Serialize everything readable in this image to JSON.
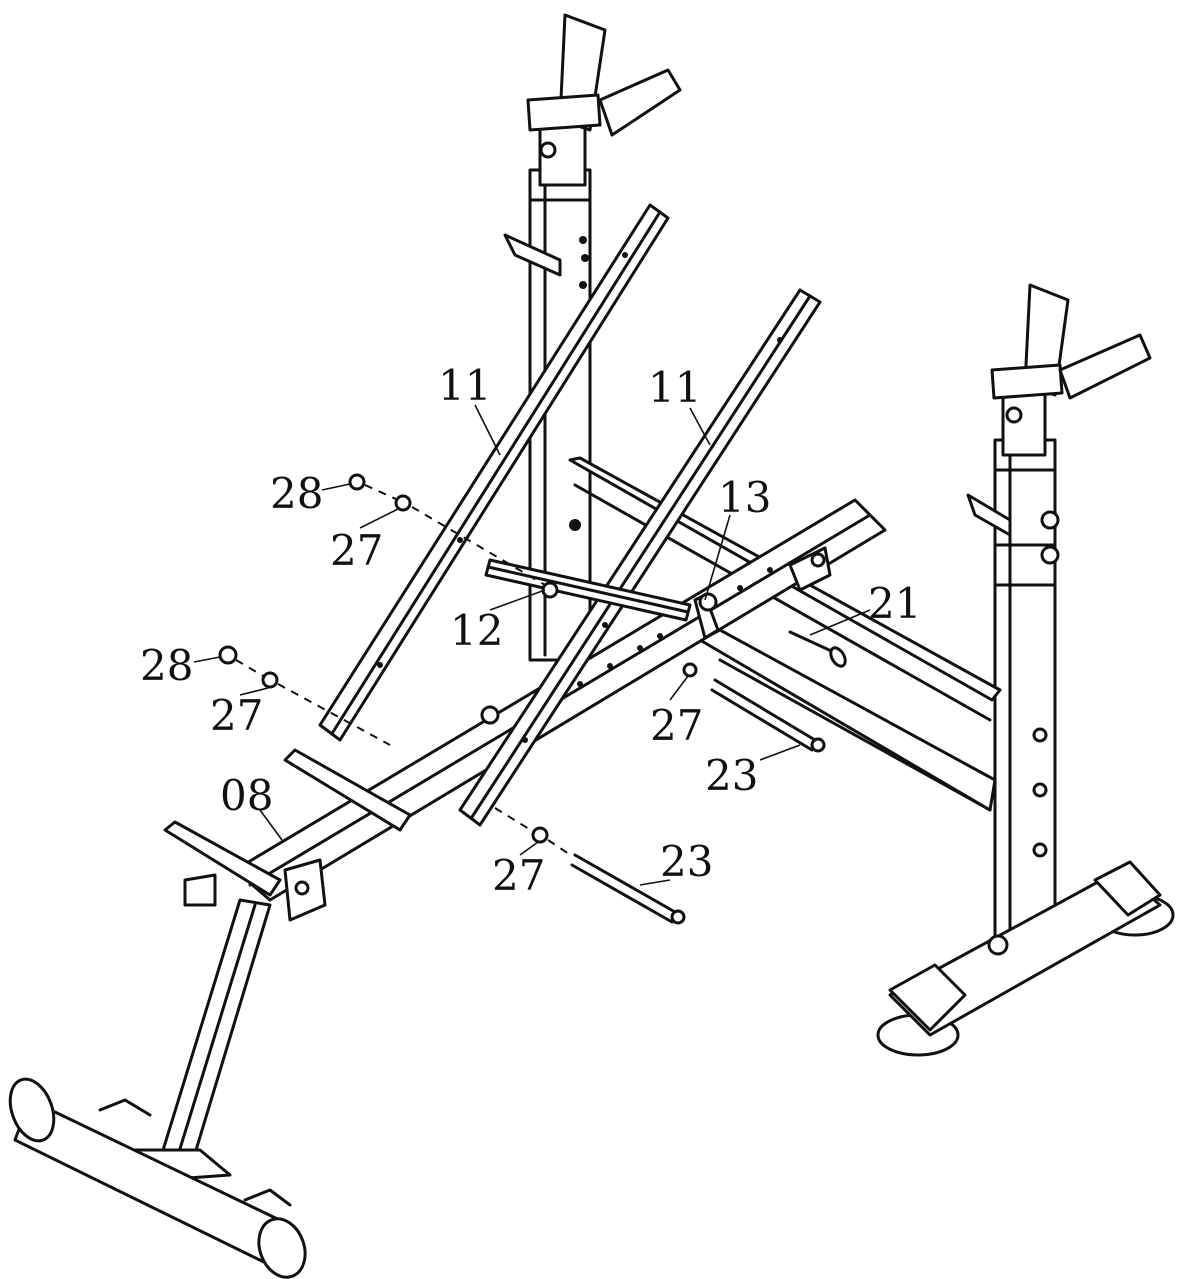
{
  "labels": {
    "part_11": "11",
    "part_12": "12",
    "part_13": "13",
    "part_21": "21",
    "part_23": "23",
    "part_27": "27",
    "part_28": "28",
    "part_08": "08"
  },
  "colors": {
    "line": "#111111",
    "background": "#ffffff"
  }
}
